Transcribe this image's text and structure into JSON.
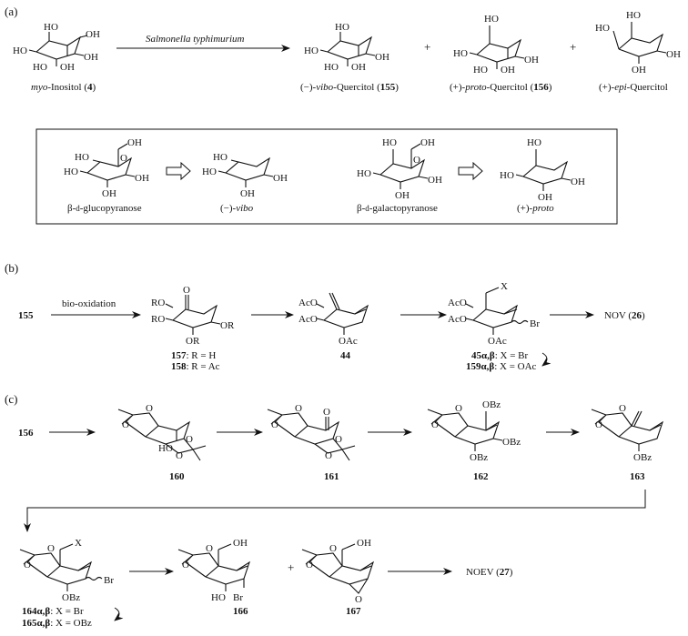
{
  "panel_a": {
    "label": "(a)",
    "reagent": "Salmonella typhimurium",
    "plus1": "+",
    "plus2": "+",
    "start": {
      "pre": "myo",
      "main": "-Inositol (",
      "num": "4",
      "post": ")"
    },
    "prod155": {
      "pre": "(−)-",
      "ital": "vibo",
      "main": "-Quercitol (",
      "num": "155",
      "post": ")"
    },
    "prod156": {
      "pre": "(+)-",
      "ital": "proto",
      "main": "-Quercitol (",
      "num": "156",
      "post": ")"
    },
    "prodepi": {
      "pre": "(+)-",
      "ital": "epi",
      "main": "-Quercitol"
    },
    "box": {
      "glc": {
        "pre": "β-",
        "sc": "d",
        "main": "-glucopyranose"
      },
      "vibo": {
        "pre": "(−)-",
        "ital": "vibo"
      },
      "gal": {
        "pre": "β-",
        "sc": "d",
        "main": "-galactopyranose"
      },
      "proto": {
        "pre": "(+)-",
        "ital": "proto"
      }
    }
  },
  "panel_b": {
    "label": "(b)",
    "start": "155",
    "reagent": "bio-oxidation",
    "c157": {
      "num": "157",
      "text": ": R = H"
    },
    "c158": {
      "num": "158",
      "text": ": R = Ac"
    },
    "c44": "44",
    "c45": {
      "num": "45α,β",
      "text": ": X = Br"
    },
    "c159": {
      "num": "159α,β",
      "text": ": X = OAc"
    },
    "nov": {
      "main": "NOV (",
      "num": "26",
      "post": ")"
    }
  },
  "panel_c": {
    "label": "(c)",
    "start": "156",
    "c160": "160",
    "c161": "161",
    "c162": "162",
    "c163": "163",
    "c164": {
      "num": "164α,β",
      "text": ": X = Br"
    },
    "c165": {
      "num": "165α,β",
      "text": ": X = OBz"
    },
    "c166": "166",
    "c167": "167",
    "plus": "+",
    "noev": {
      "main": "NOEV (",
      "num": "27",
      "post": ")"
    }
  },
  "atoms": {
    "HO": "HO",
    "OH": "OH",
    "O": "O",
    "OR": "OR",
    "RO": "RO",
    "AcO": "AcO",
    "OAc": "OAc",
    "OBz": "OBz",
    "Br": "Br",
    "X": "X"
  }
}
